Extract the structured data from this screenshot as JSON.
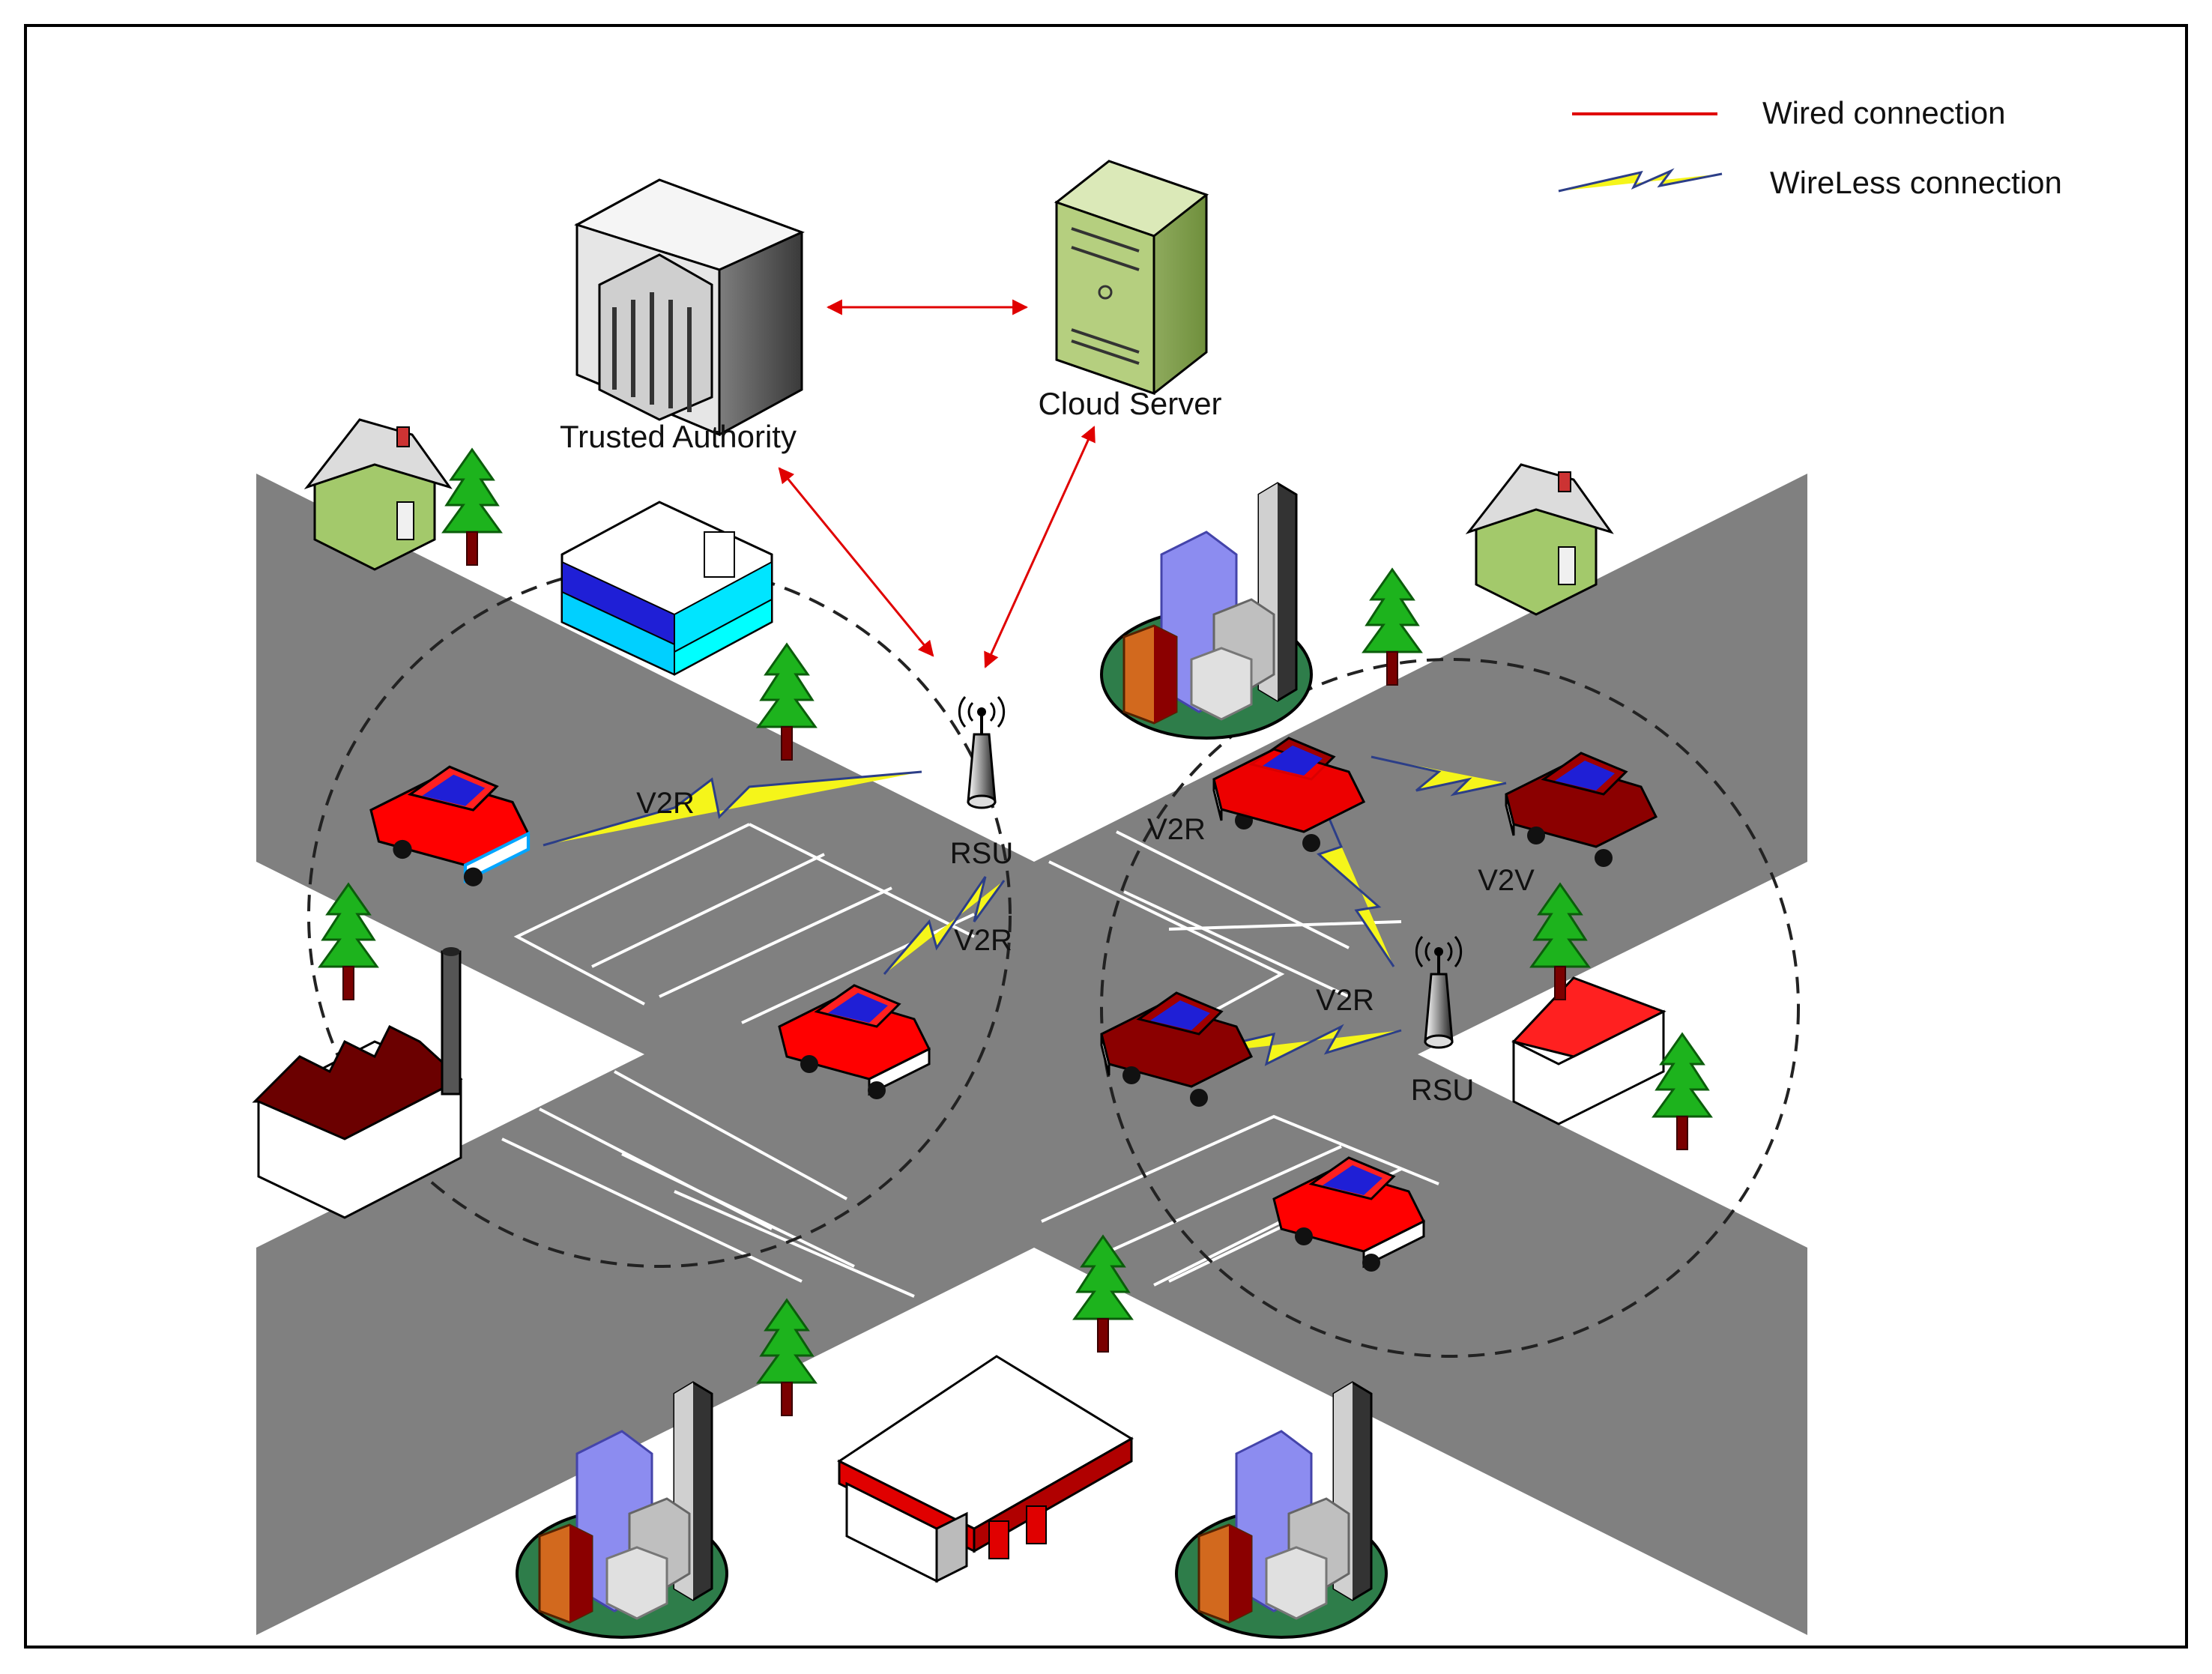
{
  "legend": {
    "wired_label": "Wired connection",
    "wireless_label": "WireLess connection",
    "wired_color": "#e00000",
    "wireless_color": "#f5f51a"
  },
  "nodes": {
    "trusted_authority": "Trusted Authority",
    "cloud_server": "Cloud Server",
    "rsu_left": "RSU",
    "rsu_right": "RSU"
  },
  "links": {
    "v2r_1": "V2R",
    "v2r_2": "V2R",
    "v2r_3": "V2R",
    "v2r_4": "V2R",
    "v2v": "V2V"
  },
  "colors": {
    "road": "#808080",
    "lane_marking": "#ffffff",
    "car_red": "#ff0000",
    "car_dark_red": "#8b0000",
    "car_window": "#1f1fd6",
    "tree_green": "#1db31d",
    "trunk": "#7a0000",
    "house_green": "#a3c96b",
    "server_green": "#a8c86a"
  }
}
